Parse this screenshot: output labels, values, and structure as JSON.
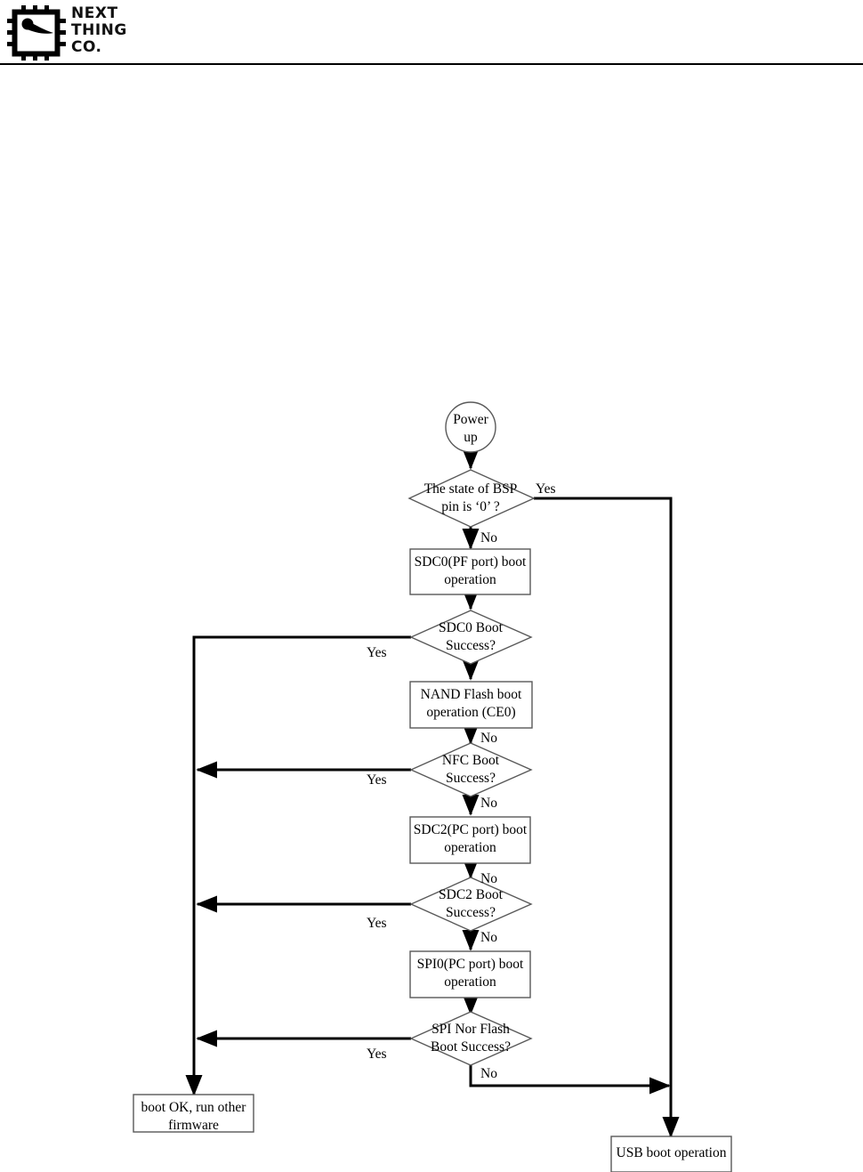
{
  "header": {
    "logo_icon": "chip-icon",
    "brand_line1": "NEXT",
    "brand_line2": "THING",
    "brand_line3": "CO."
  },
  "diagram": {
    "type": "flowchart",
    "title": "Boot sequence flowchart",
    "nodes": [
      {
        "id": "power-up",
        "shape": "circle",
        "label": "Power\nup"
      },
      {
        "id": "bsp-pin-check",
        "shape": "diamond",
        "label": "The state of BSP\npin is  ‘0’  ?"
      },
      {
        "id": "sdc0-boot",
        "shape": "rect",
        "label": "SDC0(PF port) boot\noperation"
      },
      {
        "id": "sdc0-success",
        "shape": "diamond",
        "label": "SDC0 Boot\nSuccess?"
      },
      {
        "id": "nand-boot",
        "shape": "rect",
        "label": "NAND Flash boot\noperation  (CE0)"
      },
      {
        "id": "nfc-success",
        "shape": "diamond",
        "label": "NFC Boot\nSuccess?"
      },
      {
        "id": "sdc2-boot",
        "shape": "rect",
        "label": "SDC2(PC port) boot\noperation"
      },
      {
        "id": "sdc2-success",
        "shape": "diamond",
        "label": "SDC2 Boot\nSuccess?"
      },
      {
        "id": "spi0-boot",
        "shape": "rect",
        "label": "SPI0(PC port) boot\noperation"
      },
      {
        "id": "spi-nor-success",
        "shape": "diamond",
        "label": "SPI Nor Flash\nBoot Success?"
      },
      {
        "id": "boot-ok",
        "shape": "rect",
        "label": "boot OK, run other\nfirmware"
      },
      {
        "id": "usb-boot",
        "shape": "rect",
        "label": "USB boot operation"
      }
    ],
    "edge_labels": [
      {
        "id": "bsp-yes",
        "text": "Yes"
      },
      {
        "id": "bsp-no",
        "text": "No"
      },
      {
        "id": "sdc0-yes",
        "text": "Yes"
      },
      {
        "id": "nand-no",
        "text": "No"
      },
      {
        "id": "nfc-yes",
        "text": "Yes"
      },
      {
        "id": "nfc-no",
        "text": "No"
      },
      {
        "id": "sdc2-in-no",
        "text": "No"
      },
      {
        "id": "sdc2-yes",
        "text": "Yes"
      },
      {
        "id": "sdc2-no",
        "text": "No"
      },
      {
        "id": "spi-yes",
        "text": "Yes"
      },
      {
        "id": "spi-no",
        "text": "No"
      }
    ],
    "colors": {
      "stroke": "#000000",
      "node_stroke": "#595959",
      "fill": "#ffffff",
      "text": "#000000"
    }
  }
}
